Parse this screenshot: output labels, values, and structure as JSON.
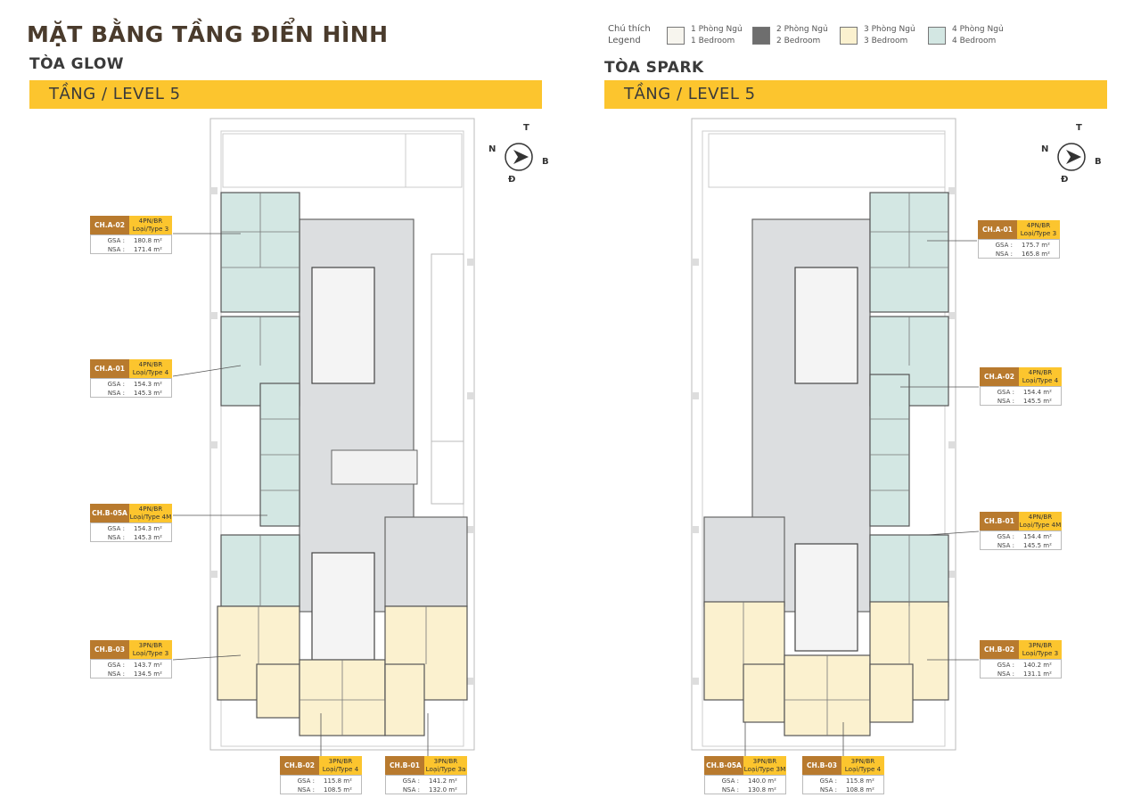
{
  "header": {
    "title": "MẶT BẰNG TẦNG ĐIỂN HÌNH"
  },
  "legend": {
    "label_vi": "Chú thích",
    "label_en": "Legend",
    "items": [
      {
        "vi": "1 Phòng Ngủ",
        "en": "1 Bedroom",
        "color": "#f7f5ee"
      },
      {
        "vi": "2 Phòng Ngủ",
        "en": "2 Bedroom",
        "color": "#6e6e6e"
      },
      {
        "vi": "3 Phòng Ngủ",
        "en": "3 Bedroom",
        "color": "#fbf1cf"
      },
      {
        "vi": "4 Phòng Ngủ",
        "en": "4 Bedroom",
        "color": "#d3e7e3"
      }
    ]
  },
  "glow": {
    "tower": "TÒA GLOW",
    "level": "TẦNG / LEVEL 5",
    "compass": {
      "n": "N",
      "t": "T",
      "b": "B",
      "d": "Đ"
    },
    "tags": [
      {
        "code": "CH.A-02",
        "type1": "4PN/BR",
        "type2": "Loại/Type 3",
        "gsa_label": "GSA :",
        "gsa": "180.8 m²",
        "nsa_label": "NSA :",
        "nsa": "171.4 m²"
      },
      {
        "code": "CH.A-01",
        "type1": "4PN/BR",
        "type2": "Loại/Type 4",
        "gsa_label": "GSA :",
        "gsa": "154.3 m²",
        "nsa_label": "NSA :",
        "nsa": "145.3 m²"
      },
      {
        "code": "CH.B-05A",
        "type1": "4PN/BR",
        "type2": "Loại/Type 4M",
        "gsa_label": "GSA :",
        "gsa": "154.3 m²",
        "nsa_label": "NSA :",
        "nsa": "145.3 m²"
      },
      {
        "code": "CH.B-03",
        "type1": "3PN/BR",
        "type2": "Loại/Type 3",
        "gsa_label": "GSA :",
        "gsa": "143.7 m²",
        "nsa_label": "NSA :",
        "nsa": "134.5 m²"
      },
      {
        "code": "CH.B-02",
        "type1": "3PN/BR",
        "type2": "Loại/Type 4",
        "gsa_label": "GSA :",
        "gsa": "115.8 m²",
        "nsa_label": "NSA :",
        "nsa": "108.5 m²"
      },
      {
        "code": "CH.B-01",
        "type1": "3PN/BR",
        "type2": "Loại/Type 3a",
        "gsa_label": "GSA :",
        "gsa": "141.2 m²",
        "nsa_label": "NSA :",
        "nsa": "132.0 m²"
      }
    ]
  },
  "spark": {
    "tower": "TÒA SPARK",
    "level": "TẦNG / LEVEL 5",
    "compass": {
      "n": "N",
      "t": "T",
      "b": "B",
      "d": "Đ"
    },
    "tags": [
      {
        "code": "CH.A-01",
        "type1": "4PN/BR",
        "type2": "Loại/Type 3",
        "gsa_label": "GSA :",
        "gsa": "175.7 m²",
        "nsa_label": "NSA :",
        "nsa": "165.8 m²"
      },
      {
        "code": "CH.A-02",
        "type1": "4PN/BR",
        "type2": "Loại/Type 4",
        "gsa_label": "GSA :",
        "gsa": "154.4 m²",
        "nsa_label": "NSA :",
        "nsa": "145.5 m²"
      },
      {
        "code": "CH.B-01",
        "type1": "4PN/BR",
        "type2": "Loại/Type 4M",
        "gsa_label": "GSA :",
        "gsa": "154.4 m²",
        "nsa_label": "NSA :",
        "nsa": "145.5 m²"
      },
      {
        "code": "CH.B-02",
        "type1": "3PN/BR",
        "type2": "Loại/Type 3",
        "gsa_label": "GSA :",
        "gsa": "140.2 m²",
        "nsa_label": "NSA :",
        "nsa": "131.1 m²"
      },
      {
        "code": "CH.B-05A",
        "type1": "3PN/BR",
        "type2": "Loại/Type 3M",
        "gsa_label": "GSA :",
        "gsa": "140.0 m²",
        "nsa_label": "NSA :",
        "nsa": "130.8 m²"
      },
      {
        "code": "CH.B-03",
        "type1": "3PN/BR",
        "type2": "Loại/Type 4",
        "gsa_label": "GSA :",
        "gsa": "115.8 m²",
        "nsa_label": "NSA :",
        "nsa": "108.8 m²"
      }
    ]
  }
}
